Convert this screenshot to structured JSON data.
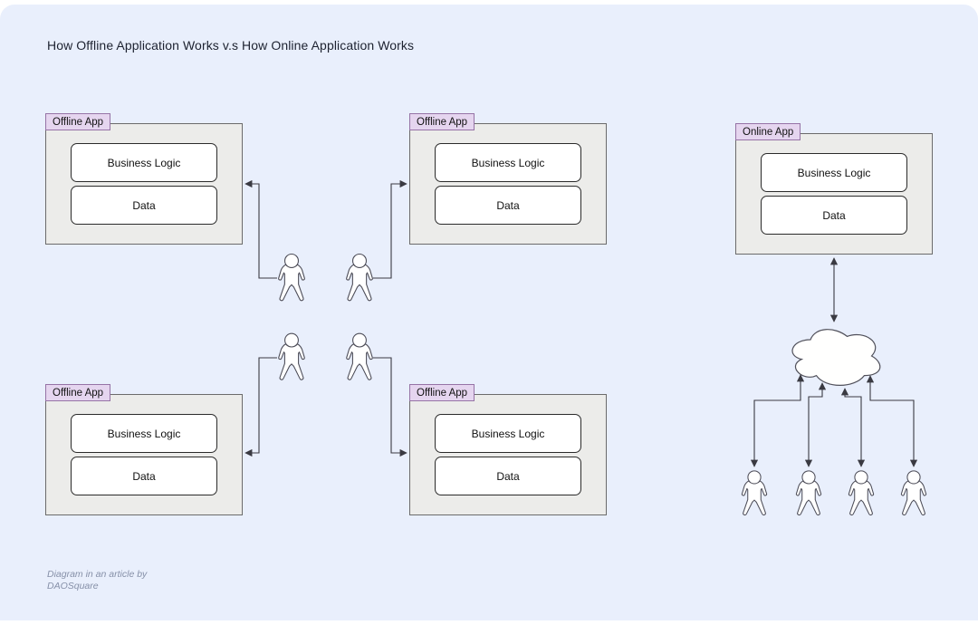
{
  "title": "How Offline Application Works v.s How Online Application Works",
  "apps": [
    {
      "label": "Offline App",
      "logic": "Business Logic",
      "data": "Data"
    },
    {
      "label": "Offline App",
      "logic": "Business Logic",
      "data": "Data"
    },
    {
      "label": "Offline App",
      "logic": "Business Logic",
      "data": "Data"
    },
    {
      "label": "Offline App",
      "logic": "Business Logic",
      "data": "Data"
    },
    {
      "label": "Online App",
      "logic": "Business Logic",
      "data": "Data"
    }
  ],
  "footer": {
    "line1": "Diagram in an article by",
    "line2": "DAOSquare"
  },
  "icons": {
    "person": "person-icon",
    "cloud": "cloud-icon"
  },
  "counts": {
    "offline_user_icons": 4,
    "online_user_icons": 4
  },
  "colors": {
    "canvas_background": "#e9effc",
    "tab_fill": "#e5d5ef",
    "tab_border": "#9673a6",
    "app_fill": "#ececea",
    "app_border": "#6b6b6b",
    "component_fill": "#ffffff",
    "component_border": "#2b2b2b",
    "connector": "#3a3a42",
    "title_text": "#1d2230",
    "footer_text": "#8690a8"
  }
}
